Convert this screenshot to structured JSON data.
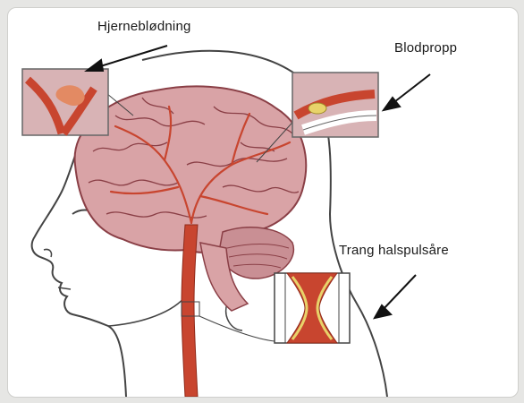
{
  "labels": {
    "hemorrhage": "Hjerneblødning",
    "clot": "Blodpropp",
    "carotid": "Trang halspulsåre"
  },
  "colors": {
    "artery": "#c8452f",
    "brain": "#d9a3a6",
    "brain_fold": "#8a3f46",
    "inset_bg": "#d8b3b5",
    "skin_line": "#444444",
    "clot": "#e8d36a"
  }
}
